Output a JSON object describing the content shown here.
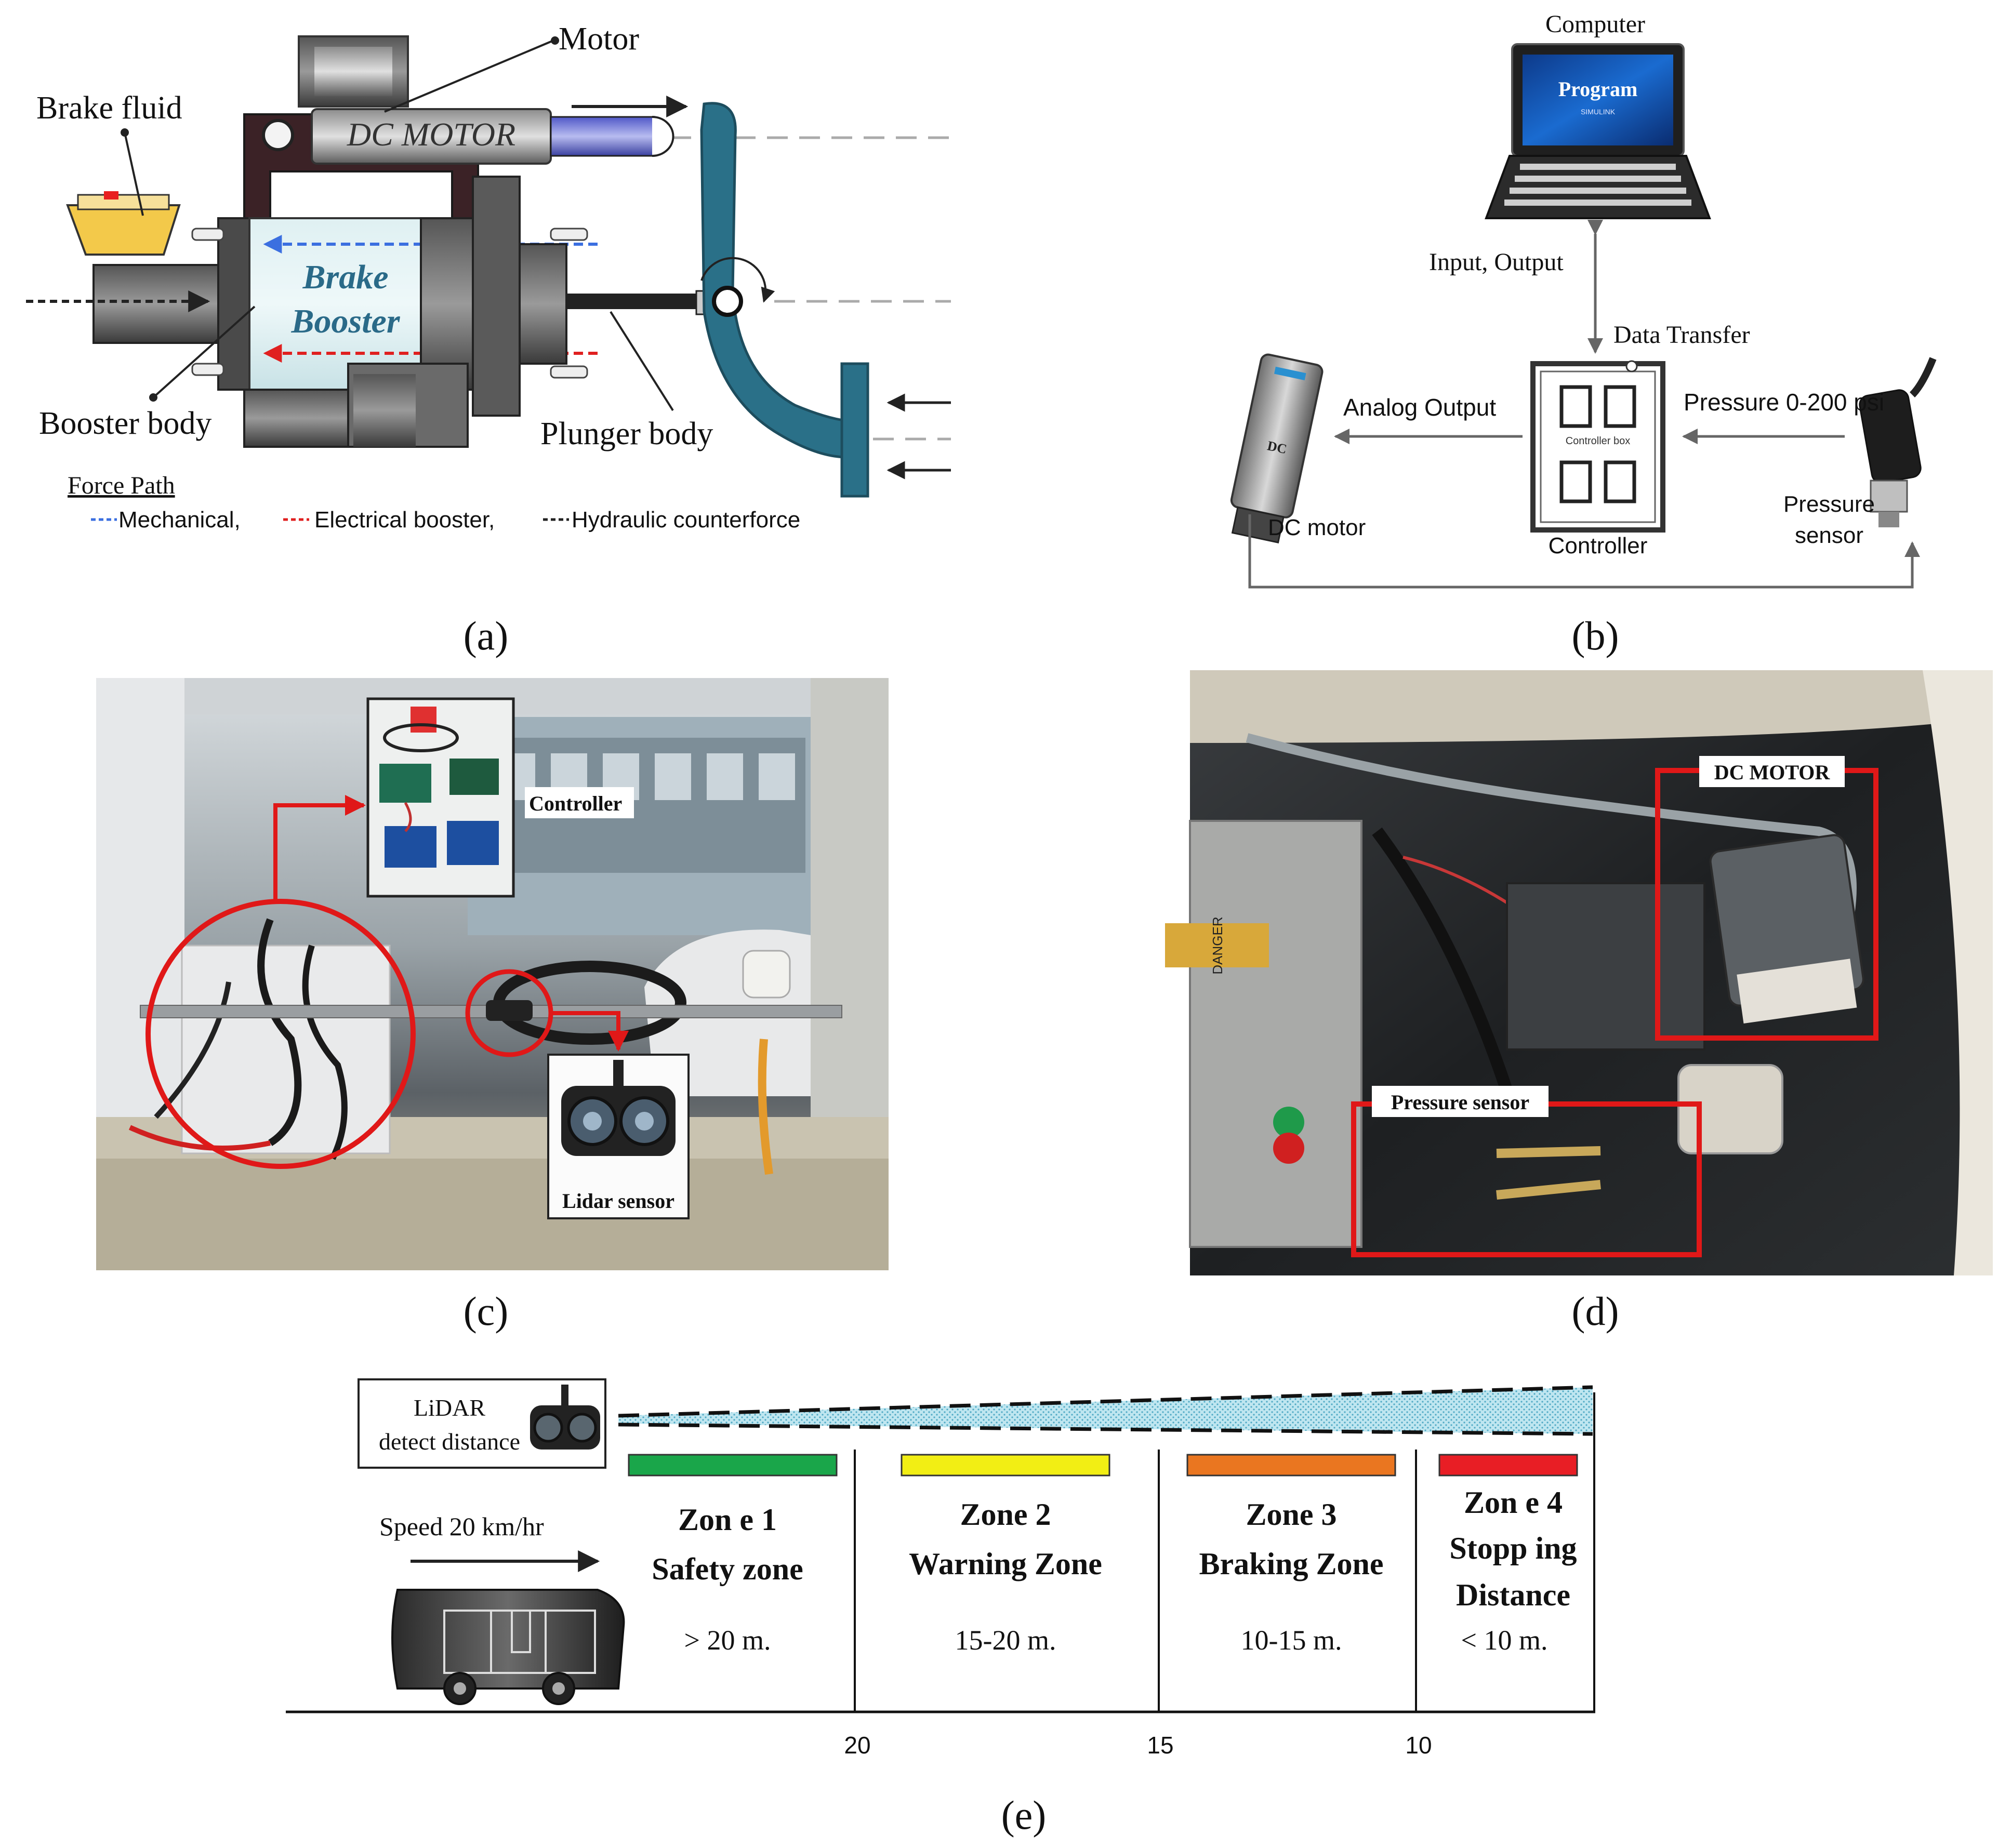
{
  "panel_a": {
    "caption": "(a)",
    "label_motor": "Motor",
    "label_brake_fluid": "Brake fluid",
    "label_dc_motor": "DC MOTOR",
    "label_brake": "Brake",
    "label_booster": "Booster",
    "label_booster_body": "Booster body",
    "label_plunger_body": "Plunger body",
    "legend_title": "Force Path",
    "legend_mechanical": "Mechanical,",
    "legend_electrical": "Electrical booster,",
    "legend_hydraulic": "Hydraulic counterforce",
    "colors": {
      "mechanical": "#3b6fe0",
      "electrical": "#e02020",
      "hydraulic": "#222222",
      "pedal": "#2a7088"
    }
  },
  "panel_b": {
    "caption": "(b)",
    "label_computer": "Computer",
    "screen_program": "Program",
    "screen_sub": "SIMULINK",
    "label_input_output": "Input, Output",
    "label_data_transfer": "Data Transfer",
    "label_analog_output": "Analog Output",
    "label_pressure_range": "Pressure 0-200 psi",
    "label_dc_motor": "DC motor",
    "motor_tag": "DC",
    "label_controller": "Controller",
    "controller_box_text": "Controller box",
    "label_pressure": "Pressure",
    "label_sensor": "sensor"
  },
  "panel_c": {
    "caption": "(c)",
    "label_controller": "Controller",
    "label_lidar": "Lidar sensor"
  },
  "panel_d": {
    "caption": "(d)",
    "label_dc_motor": "DC MOTOR",
    "label_pressure_sensor": "Pressure sensor",
    "sticker_text": "DANGER"
  },
  "panel_e": {
    "caption": "(e)",
    "lidar_line1": "LiDAR",
    "lidar_line2": "detect distance",
    "speed": "Speed 20 km/hr",
    "zones": [
      {
        "l1": "Zon e 1",
        "l2": "Safety zone",
        "l3": "",
        "range": "> 20 m.",
        "color": "#1aa64a"
      },
      {
        "l1": "Zone 2",
        "l2": "Warning Zone",
        "l3": "",
        "range": "15-20 m.",
        "color": "#f2ee14"
      },
      {
        "l1": "Zone 3",
        "l2": "Braking Zone",
        "l3": "",
        "range": "10-15 m.",
        "color": "#ea7620"
      },
      {
        "l1": "Zon e 4",
        "l2": "Stopp ing",
        "l3": "Distance",
        "range": "< 10 m.",
        "color": "#e81e25"
      }
    ],
    "ticks": [
      "20",
      "15",
      "10"
    ]
  }
}
